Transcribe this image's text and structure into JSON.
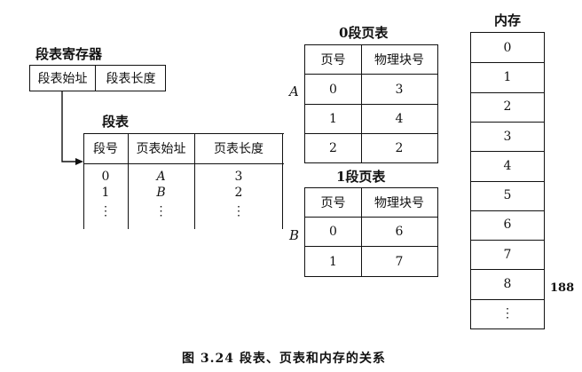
{
  "seg_reg": {
    "title": "段表寄存器",
    "start_label": "段表始址",
    "len_label": "段表长度"
  },
  "seg_table": {
    "title": "段表",
    "headers": [
      "段号",
      "页表始址",
      "页表长度"
    ],
    "rows": [
      [
        "0",
        "A",
        "3"
      ],
      [
        "1",
        "B",
        "2"
      ],
      [
        "⋮",
        "⋮",
        "⋮"
      ]
    ]
  },
  "page_table_0": {
    "title": "0段页表",
    "pointer": "A",
    "headers": [
      "页号",
      "物理块号"
    ],
    "rows": [
      [
        "0",
        "3"
      ],
      [
        "1",
        "4"
      ],
      [
        "2",
        "2"
      ]
    ]
  },
  "page_table_1": {
    "title": "1段页表",
    "pointer": "B",
    "headers": [
      "页号",
      "物理块号"
    ],
    "rows": [
      [
        "0",
        "6"
      ],
      [
        "1",
        "7"
      ]
    ]
  },
  "memory": {
    "title": "内存",
    "blocks": [
      "0",
      "1",
      "2",
      "3",
      "4",
      "5",
      "6",
      "7",
      "8",
      "⋮"
    ],
    "side_note": "188"
  },
  "caption": "图 3.24   段表、页表和内存的关系"
}
